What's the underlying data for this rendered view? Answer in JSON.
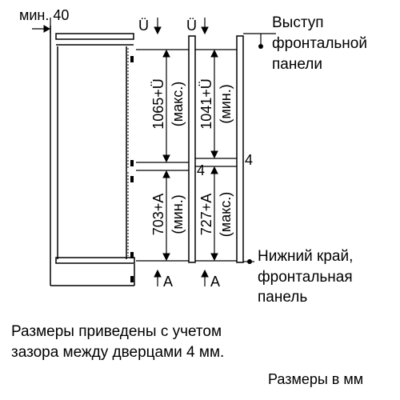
{
  "diagram": {
    "top_clearance": "мин. 40",
    "u_marks": [
      "Ü",
      "Ü"
    ],
    "callouts": {
      "front_panel_overhang": [
        "Выступ",
        "фронтальной",
        "панели"
      ],
      "bottom_edge": [
        "Нижний край,",
        "фронтальная",
        "панель"
      ]
    },
    "dimensions": {
      "upper_max": [
        "1065+Ü",
        "(макс.)"
      ],
      "upper_min": [
        "1041+Ü",
        "(мин.)"
      ],
      "lower_min": [
        "703+A",
        "(мин.)"
      ],
      "lower_max": [
        "727+A",
        "(макс.)"
      ]
    },
    "gap_labels": [
      "4",
      "4"
    ],
    "a_marks": [
      "A",
      "A"
    ]
  },
  "notes": {
    "line1": "Размеры приведены с учетом",
    "line2": "зазора между дверцами 4 мм.",
    "units": "Размеры в мм"
  }
}
